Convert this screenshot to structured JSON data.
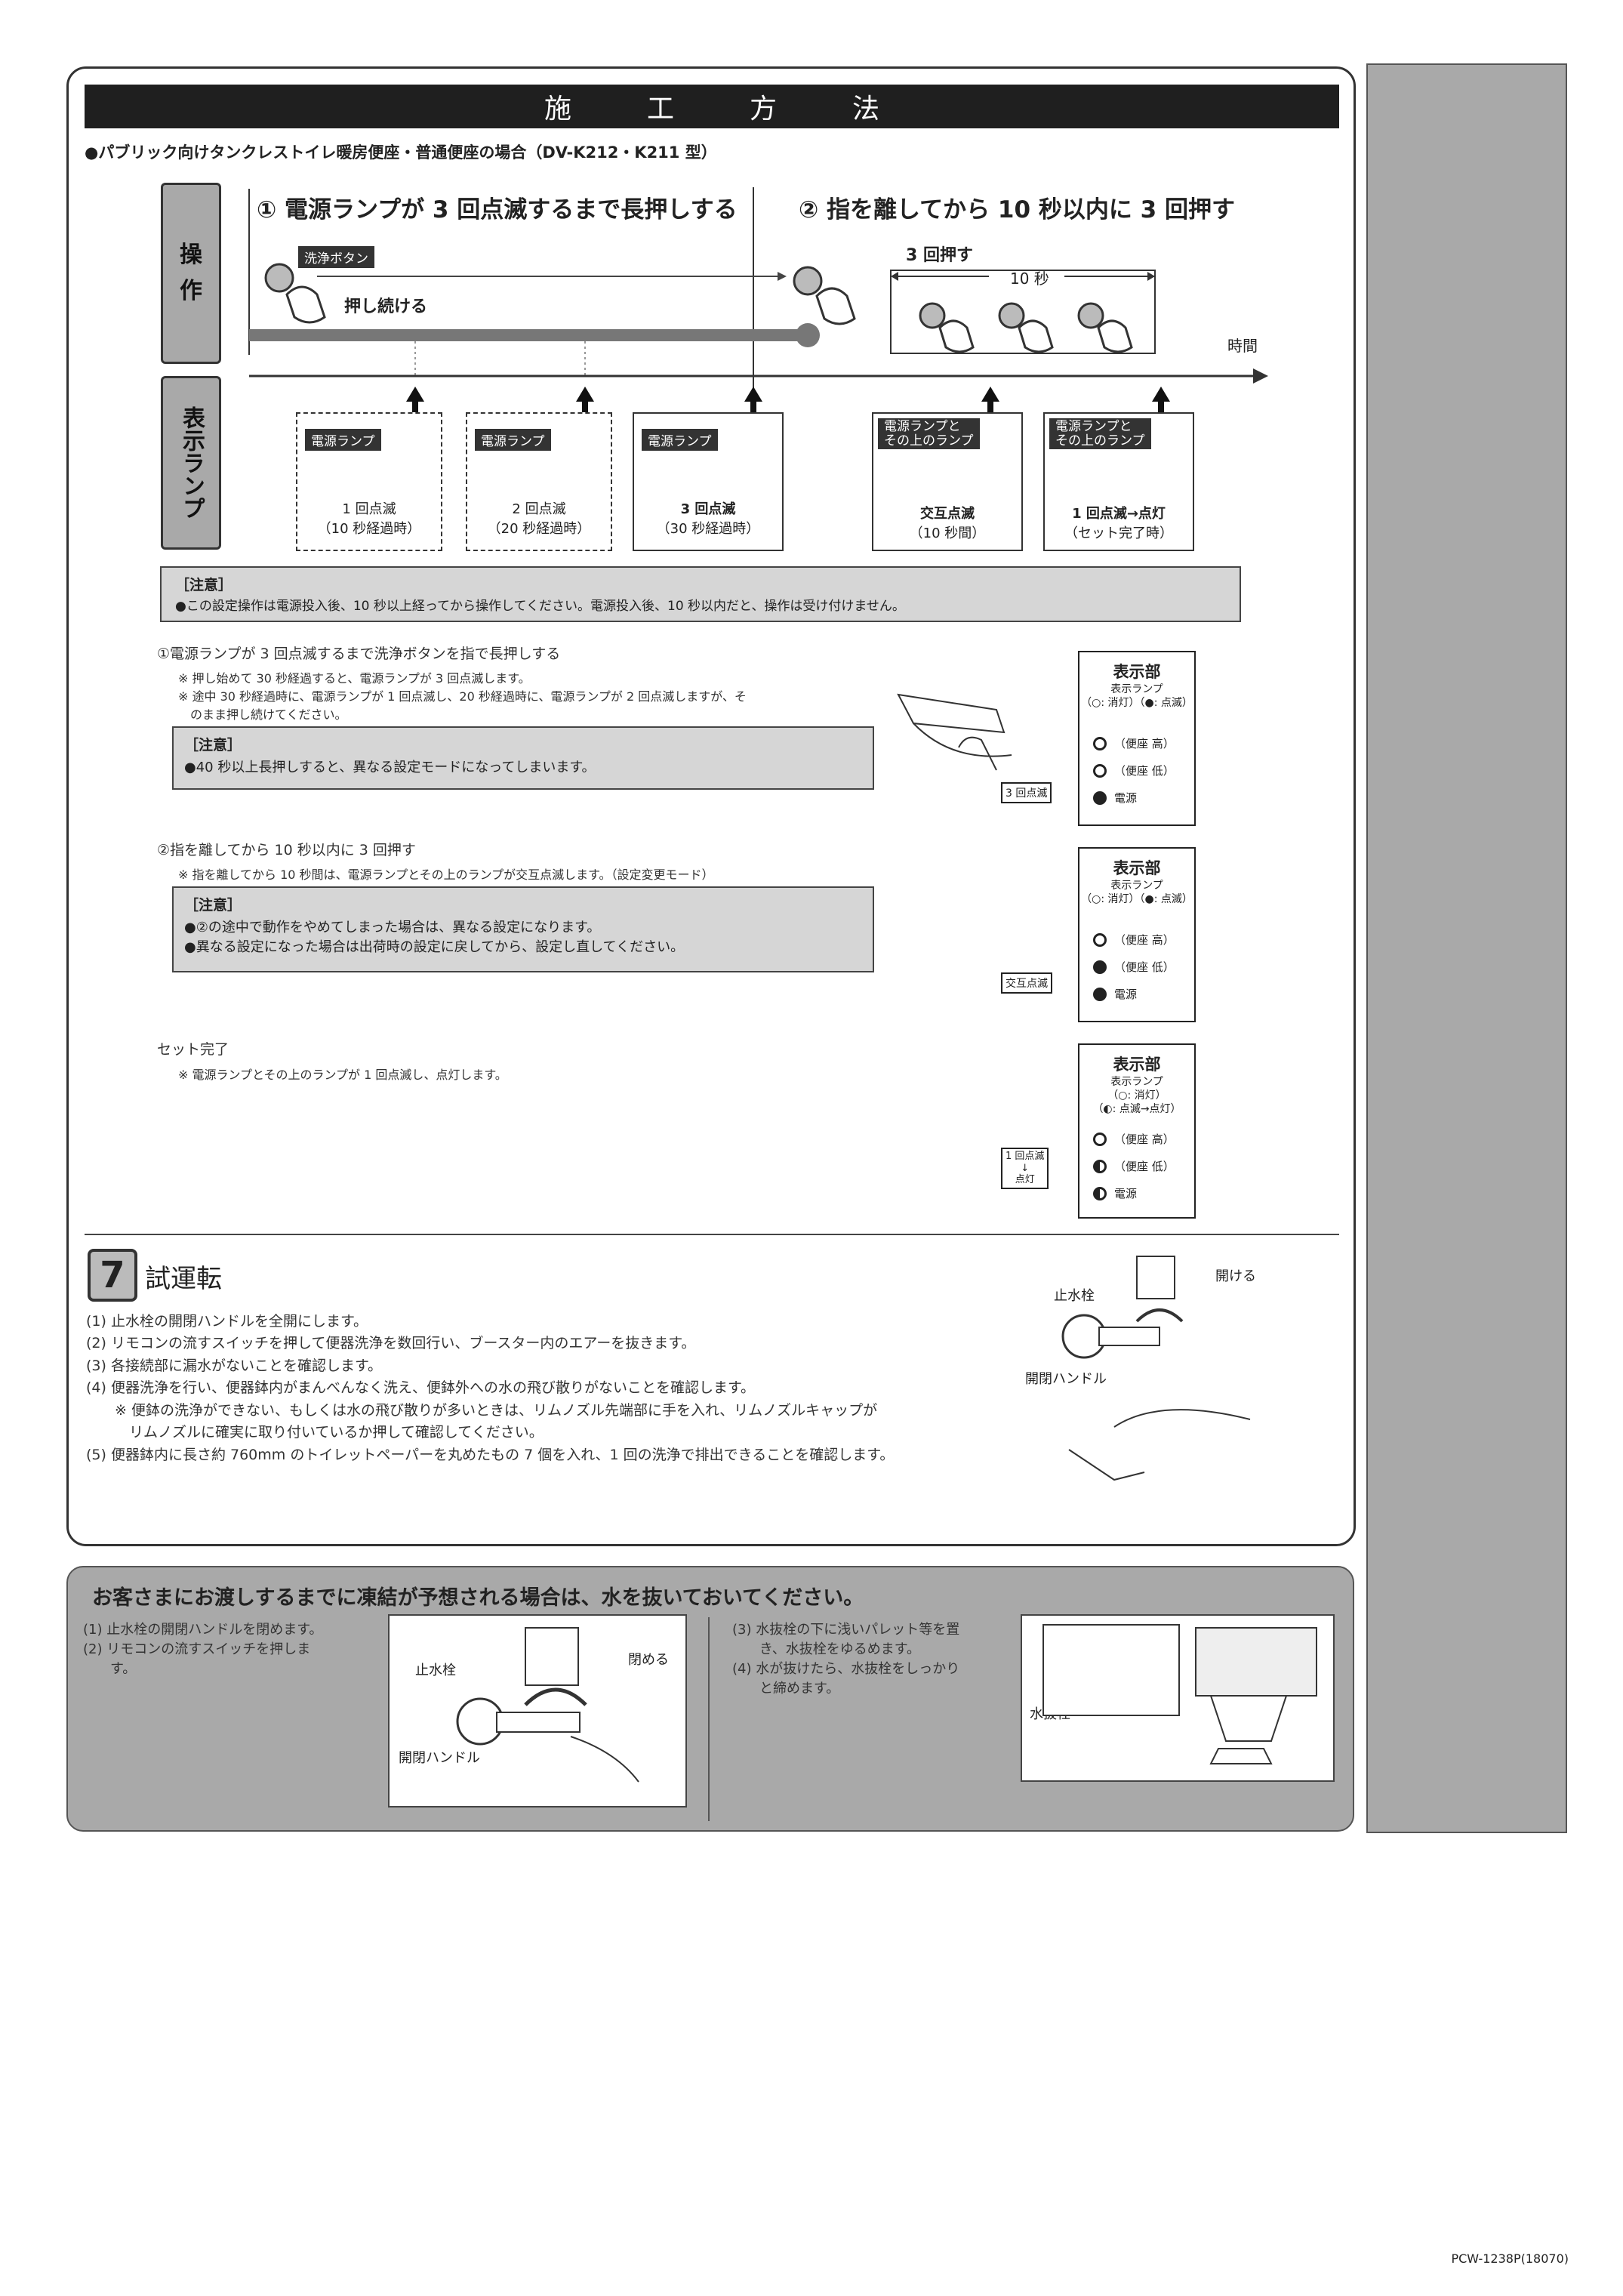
{
  "title": "施工方法",
  "title_chars": [
    "施",
    "工",
    "方",
    "法"
  ],
  "subtitle": "●パブリック向けタンクレストイレ暖房便座・普通便座の場合（DV-K212・K211 型）",
  "diagram": {
    "tab_operation": "操\n作",
    "tab_display": "表示ランプ",
    "step1_heading": "① 電源ランプが 3 回点滅するまで長押しする",
    "step2_heading": "② 指を離してから 10 秒以内に 3 回押す",
    "wash_button_label": "洗浄ボタン",
    "hold_text": "押し続ける",
    "press3_text": "3 回押す",
    "ten_sec": "10 秒",
    "time_label": "時間",
    "lamp_panels": [
      {
        "label": "電源ランプ",
        "line1": "1 回点滅",
        "line2": "（10 秒経過時）",
        "bold": false,
        "dashed": true
      },
      {
        "label": "電源ランプ",
        "line1": "2 回点滅",
        "line2": "（20 秒経過時）",
        "bold": false,
        "dashed": true
      },
      {
        "label": "電源ランプ",
        "line1": "3 回点滅",
        "line2": "（30 秒経過時）",
        "bold": true,
        "dashed": false
      },
      {
        "label": "電源ランプと\nその上のランプ",
        "line1": "交互点滅",
        "line2": "（10 秒間）",
        "bold": true,
        "dashed": false
      },
      {
        "label": "電源ランプと\nその上のランプ",
        "line1": "1 回点滅→点灯",
        "line2": "（セット完了時）",
        "bold": true,
        "dashed": false
      }
    ]
  },
  "caution1": {
    "title": "［注意］",
    "text": "●この設定操作は電源投入後、10 秒以上経ってから操作してください。電源投入後、10 秒以内だと、操作は受け付けません。"
  },
  "instr1": {
    "heading": "①電源ランプが 3 回点滅するまで洗浄ボタンを指で長押しする",
    "notes": [
      "※ 押し始めて 30 秒経過すると、電源ランプが 3 回点滅します。",
      "※ 途中 30 秒経過時に、電源ランプが 1 回点滅し、20 秒経過時に、電源ランプが 2 回点滅しますが、そ",
      "　のまま押し続けてください。"
    ],
    "caution_title": "［注意］",
    "caution_text": "●40 秒以上長押しすると、異なる設定モードになってしまいます。",
    "callout": "3 回点滅"
  },
  "instr2": {
    "heading": "②指を離してから 10 秒以内に 3 回押す",
    "note": "※ 指を離してから 10 秒間は、電源ランプとその上のランプが交互点滅します。（設定変更モード）",
    "caution_title": "［注意］",
    "caution_lines": [
      "●②の途中で動作をやめてしまった場合は、異なる設定になります。",
      "●異なる設定になった場合は出荷時の設定に戻してから、設定し直してください。"
    ],
    "callout": "交互点滅"
  },
  "instr3": {
    "heading": "セット完了",
    "note": "※ 電源ランプとその上のランプが 1 回点滅し、点灯します。",
    "callout": "1 回点滅\n↓\n点灯"
  },
  "display_boxes": [
    {
      "head": "表示部",
      "sub": "表示ランプ\n（○: 消灯）（●: 点滅）",
      "rows": [
        "（便座 高）",
        "（便座 低）",
        "電源"
      ],
      "states": [
        "off",
        "off",
        "on"
      ]
    },
    {
      "head": "表示部",
      "sub": "表示ランプ\n（○: 消灯）（●: 点滅）",
      "rows": [
        "（便座 高）",
        "（便座 低）",
        "電源"
      ],
      "states": [
        "off",
        "on",
        "on"
      ]
    },
    {
      "head": "表示部",
      "sub": "表示ランプ\n（○: 消灯）\n（◐: 点滅→点灯）",
      "rows": [
        "（便座 高）",
        "（便座 低）",
        "電源"
      ],
      "states": [
        "off",
        "half",
        "half"
      ]
    }
  ],
  "section7": {
    "number": "7",
    "title": "試運転",
    "items": [
      "(1) 止水栓の開閉ハンドルを全開にします。",
      "(2) リモコンの流すスイッチを押して便器洗浄を数回行い、ブースター内のエアーを抜きます。",
      "(3) 各接続部に漏水がないことを確認します。",
      "(4) 便器洗浄を行い、便器鉢内がまんべんなく洗え、便鉢外への水の飛び散りがないことを確認します。",
      "　　※ 便鉢の洗浄ができない、もしくは水の飛び散りが多いときは、リムノズル先端部に手を入れ、リムノズルキャップが",
      "　　　リムノズルに確実に取り付いているか押して確認してください。",
      "(5) 便器鉢内に長さ約 760mm のトイレットペーパーを丸めたもの 7 個を入れ、1 回の洗浄で排出できることを確認します。"
    ],
    "fig_labels": {
      "open": "開ける",
      "stop_valve": "止水栓",
      "handle": "開閉ハンドル"
    }
  },
  "freeze": {
    "heading": "お客さまにお渡しするまでに凍結が予想される場合は、水を抜いておいてください。",
    "left_items": [
      "(1) 止水栓の開閉ハンドルを閉めます。",
      "(2) リモコンの流すスイッチを押しま",
      "　　す。"
    ],
    "right_items": [
      "(3) 水抜栓の下に浅いパレット等を置",
      "　　き、水抜栓をゆるめます。",
      "(4) 水が抜けたら、水抜栓をしっかり",
      "　　と締めます。"
    ],
    "fig1": {
      "stop_valve": "止水栓",
      "close": "閉める",
      "handle": "開閉ハンドル"
    },
    "fig2": {
      "drain": "水抜栓"
    }
  },
  "footer": "PCW-1238P(18070)"
}
